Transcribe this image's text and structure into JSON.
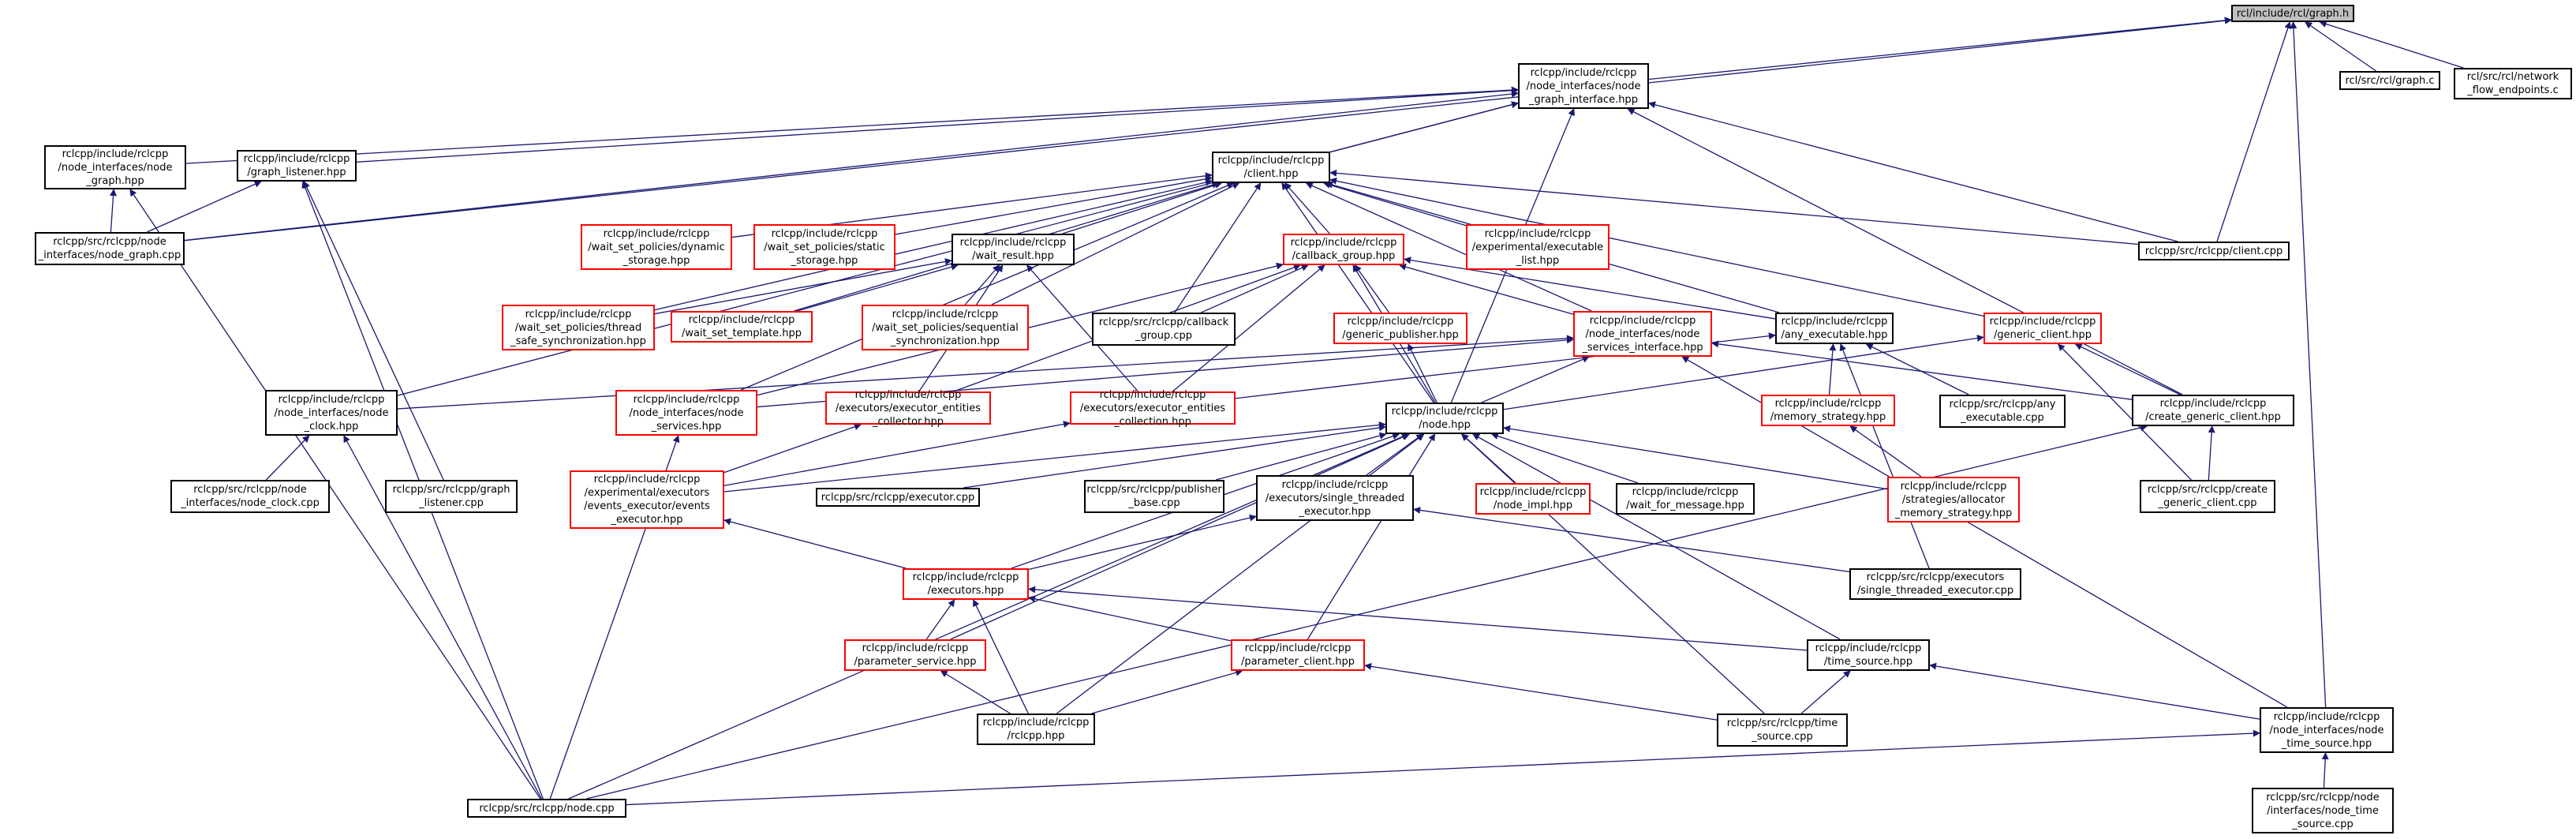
{
  "colors": {
    "edge": "#191970",
    "node_border": "#000000",
    "node_border_highlight": "#ff0000",
    "root_fill": "#bfbfbf"
  },
  "nodes": {
    "graph_h": "rcl/include/rcl/graph.h",
    "node_graph_interface_hpp": "rclcpp/include/rclcpp\n/node_interfaces/node\n_graph_interface.hpp",
    "rcl_graph_c": "rcl/src/rcl/graph.c",
    "network_flow_endpoints_c": "rcl/src/rcl/network\n_flow_endpoints.c",
    "node_graph_hpp": "rclcpp/include/rclcpp\n/node_interfaces/node\n_graph.hpp",
    "graph_listener_hpp": "rclcpp/include/rclcpp\n/graph_listener.hpp",
    "client_hpp": "rclcpp/include/rclcpp\n/client.hpp",
    "node_graph_cpp": "rclcpp/src/rclcpp/node\n_interfaces/node_graph.cpp",
    "dynamic_storage_hpp": "rclcpp/include/rclcpp\n/wait_set_policies/dynamic\n_storage.hpp",
    "static_storage_hpp": "rclcpp/include/rclcpp\n/wait_set_policies/static\n_storage.hpp",
    "wait_result_hpp": "rclcpp/include/rclcpp\n/wait_result.hpp",
    "callback_group_hpp": "rclcpp/include/rclcpp\n/callback_group.hpp",
    "executable_list_hpp": "rclcpp/include/rclcpp\n/experimental/executable\n_list.hpp",
    "client_cpp": "rclcpp/src/rclcpp/client.cpp",
    "thread_safe_sync_hpp": "rclcpp/include/rclcpp\n/wait_set_policies/thread\n_safe_synchronization.hpp",
    "wait_set_template_hpp": "rclcpp/include/rclcpp\n/wait_set_template.hpp",
    "sequential_sync_hpp": "rclcpp/include/rclcpp\n/wait_set_policies/sequential\n_synchronization.hpp",
    "callback_group_cpp": "rclcpp/src/rclcpp/callback\n_group.cpp",
    "generic_publisher_hpp": "rclcpp/include/rclcpp\n/generic_publisher.hpp",
    "node_services_interface_hpp": "rclcpp/include/rclcpp\n/node_interfaces/node\n_services_interface.hpp",
    "any_executable_hpp": "rclcpp/include/rclcpp\n/any_executable.hpp",
    "generic_client_hpp": "rclcpp/include/rclcpp\n/generic_client.hpp",
    "node_clock_hpp": "rclcpp/include/rclcpp\n/node_interfaces/node\n_clock.hpp",
    "node_services_hpp": "rclcpp/include/rclcpp\n/node_interfaces/node\n_services.hpp",
    "entities_collector_hpp": "rclcpp/include/rclcpp\n/executors/executor_entities\n_collector.hpp",
    "entities_collection_hpp": "rclcpp/include/rclcpp\n/executors/executor_entities\n_collection.hpp",
    "node_hpp": "rclcpp/include/rclcpp\n/node.hpp",
    "memory_strategy_hpp": "rclcpp/include/rclcpp\n/memory_strategy.hpp",
    "any_executable_cpp": "rclcpp/src/rclcpp/any\n_executable.cpp",
    "create_generic_client_hpp": "rclcpp/include/rclcpp\n/create_generic_client.hpp",
    "node_clock_cpp": "rclcpp/src/rclcpp/node\n_interfaces/node_clock.cpp",
    "graph_listener_cpp": "rclcpp/src/rclcpp/graph\n_listener.cpp",
    "events_executor_hpp": "rclcpp/include/rclcpp\n/experimental/executors\n/events_executor/events\n_executor.hpp",
    "executor_cpp": "rclcpp/src/rclcpp/executor.cpp",
    "publisher_base_cpp": "rclcpp/src/rclcpp/publisher\n_base.cpp",
    "single_threaded_executor_hpp": "rclcpp/include/rclcpp\n/executors/single_threaded\n_executor.hpp",
    "node_impl_hpp": "rclcpp/include/rclcpp\n/node_impl.hpp",
    "wait_for_message_hpp": "rclcpp/include/rclcpp\n/wait_for_message.hpp",
    "allocator_memory_strategy_hpp": "rclcpp/include/rclcpp\n/strategies/allocator\n_memory_strategy.hpp",
    "create_generic_client_cpp": "rclcpp/src/rclcpp/create\n_generic_client.cpp",
    "executors_hpp": "rclcpp/include/rclcpp\n/executors.hpp",
    "single_threaded_executor_cpp": "rclcpp/src/rclcpp/executors\n/single_threaded_executor.cpp",
    "parameter_service_hpp": "rclcpp/include/rclcpp\n/parameter_service.hpp",
    "parameter_client_hpp": "rclcpp/include/rclcpp\n/parameter_client.hpp",
    "time_source_hpp": "rclcpp/include/rclcpp\n/time_source.hpp",
    "rclcpp_hpp": "rclcpp/include/rclcpp\n/rclcpp.hpp",
    "time_source_cpp": "rclcpp/src/rclcpp/time\n_source.cpp",
    "node_time_source_hpp": "rclcpp/include/rclcpp\n/node_interfaces/node\n_time_source.hpp",
    "node_cpp": "rclcpp/src/rclcpp/node.cpp",
    "node_time_source_cpp": "rclcpp/src/rclcpp/node\n/interfaces/node_time\n_source.cpp"
  }
}
